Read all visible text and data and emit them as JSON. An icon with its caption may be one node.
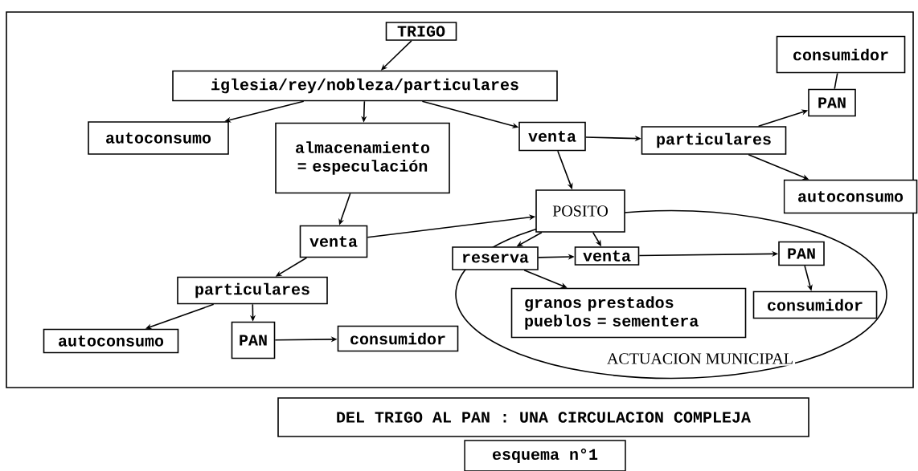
{
  "diagram": {
    "title": "DEL TRIGO AL PAN : UNA CIRCULACION COMPLEJA",
    "nodes": [
      {
        "text": [
          "TRIGO"
        ]
      },
      {
        "text": [
          "iglesia/rey/nobleza/particulares"
        ]
      },
      {
        "text": [
          "autoconsumo"
        ]
      },
      {
        "text": [
          "almacenamiento = especulación"
        ]
      },
      {
        "text": [
          "venta"
        ]
      },
      {
        "text": [
          "particulares"
        ]
      },
      {
        "text": [
          "consumidor"
        ]
      },
      {
        "text": [
          "PAN"
        ]
      },
      {
        "text": [
          "autoconsumo"
        ]
      },
      {
        "text": [
          "POSITO"
        ]
      },
      {
        "text": [
          "venta"
        ]
      },
      {
        "text": [
          "ACTUACION MUNICIPAL"
        ]
      },
      {
        "text": [
          "reserva"
        ],
        "in": 11
      },
      {
        "text": [
          "venta"
        ],
        "in": 11
      },
      {
        "text": [
          "PAN"
        ],
        "in": 11
      },
      {
        "text": [
          "granos prestados pueblos = sementera"
        ],
        "in": 11
      },
      {
        "text": [
          "consumidor"
        ],
        "in": 11
      },
      {
        "text": [
          "particulares"
        ]
      },
      {
        "text": [
          "autoconsumo"
        ]
      },
      {
        "text": [
          "PAN"
        ]
      },
      {
        "text": [
          "consumidor"
        ]
      },
      {
        "text": [
          "esquema n°1"
        ]
      }
    ],
    "edges": [
      {
        "from": 0,
        "to": 1,
        "arrow": "to"
      },
      {
        "from": 1,
        "to": 2,
        "arrow": "to"
      },
      {
        "from": 1,
        "to": 3,
        "arrow": "to"
      },
      {
        "from": 1,
        "to": 4,
        "arrow": "to"
      },
      {
        "from": 4,
        "to": 5,
        "arrow": "to"
      },
      {
        "from": 5,
        "to": 7,
        "arrow": "to"
      },
      {
        "from": 7,
        "to": 6,
        "arrow": "none"
      },
      {
        "from": 5,
        "to": 8,
        "arrow": "to"
      },
      {
        "from": 4,
        "to": 9,
        "arrow": "to"
      },
      {
        "from": 3,
        "to": 10,
        "arrow": "to"
      },
      {
        "from": 10,
        "to": 9,
        "arrow": "to"
      },
      {
        "from": 10,
        "to": 17,
        "arrow": "to"
      },
      {
        "from": 17,
        "to": 18,
        "arrow": "to"
      },
      {
        "from": 17,
        "to": 19,
        "arrow": "to"
      },
      {
        "from": 19,
        "to": 20,
        "arrow": "to"
      },
      {
        "from": 9,
        "to": 12,
        "arrow": "to"
      },
      {
        "from": 9,
        "to": 13,
        "arrow": "to"
      },
      {
        "from": 12,
        "to": 13,
        "arrow": "to"
      },
      {
        "from": 13,
        "to": 14,
        "arrow": "to"
      },
      {
        "from": 14,
        "to": 16,
        "arrow": "to"
      },
      {
        "from": 12,
        "to": 15,
        "arrow": "to"
      }
    ]
  }
}
